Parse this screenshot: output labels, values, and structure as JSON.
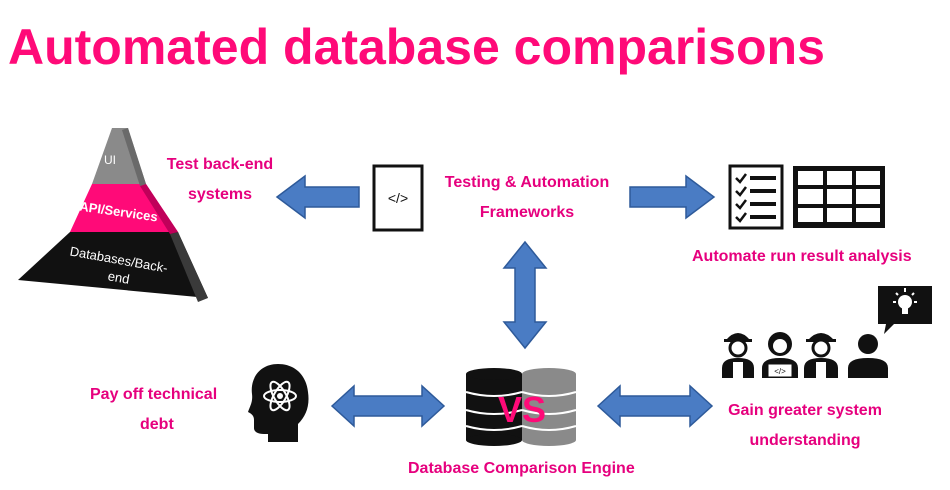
{
  "title": "Automated database comparisons",
  "colors": {
    "accent": "#ff0a78",
    "label": "#e6007e",
    "arrow": "#4a7cc4",
    "arrow_stroke": "#2e5a9a",
    "dark": "#111111",
    "grey": "#8a8a8a"
  },
  "pyramid": {
    "top": "UI",
    "middle": "API/Services",
    "bottom_line1": "Databases/Back-",
    "bottom_line2": "end"
  },
  "labels": {
    "test_backend": [
      "Test back-end",
      "systems"
    ],
    "frameworks": [
      "Testing & Automation",
      "Frameworks"
    ],
    "analysis": "Automate run result analysis",
    "technical_debt": [
      "Pay off technical",
      "debt"
    ],
    "understanding": [
      "Gain greater system",
      "understanding"
    ],
    "engine": "Database Comparison Engine"
  },
  "code_icon_text": "</>",
  "vs_text": "VS",
  "icons": [
    "pyramid-diagram",
    "code-window-icon",
    "checklist-icon",
    "grid-table-icon",
    "brain-atom-icon",
    "database-vs-icon",
    "workers-group-icon",
    "lightbulb-speech-icon"
  ]
}
